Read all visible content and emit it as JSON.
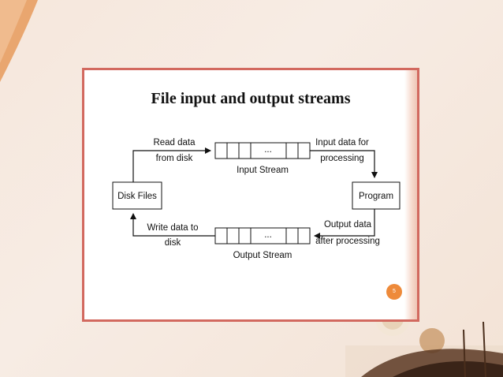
{
  "slide": {
    "title": "File input and output streams",
    "page_number": "5"
  },
  "diagram": {
    "nodes": {
      "disk_files": "Disk Files",
      "program": "Program",
      "input_stream_dots": "...",
      "output_stream_dots": "..."
    },
    "labels": {
      "read_line1": "Read data",
      "read_line2": "from disk",
      "input_for_line1": "Input data for",
      "input_for_line2": "processing",
      "input_stream": "Input Stream",
      "output_data_line1": "Output data",
      "output_data_line2": "after processing",
      "write_line1": "Write data to",
      "write_line2": "disk",
      "output_stream": "Output Stream"
    }
  },
  "colors": {
    "frame_border": "#d2695f",
    "page_number_badge": "#ee8a3a"
  }
}
